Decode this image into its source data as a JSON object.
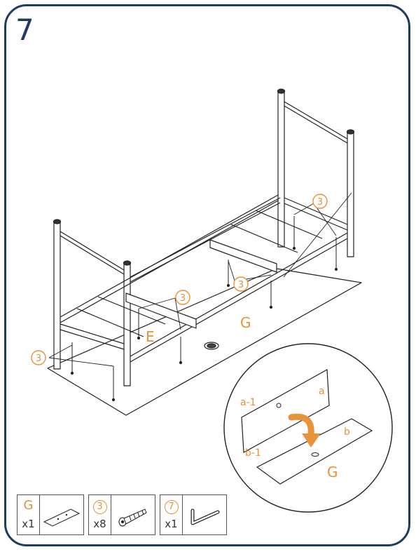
{
  "step": {
    "number": "7"
  },
  "labels": {
    "panel_g_main": "G",
    "part_e": "E",
    "screw_callout": "3",
    "inset_a1": "a-1",
    "inset_a": "a",
    "inset_b": "b",
    "inset_b1": "b-1",
    "inset_g": "G"
  },
  "parts": [
    {
      "id": "G",
      "qty": "x1",
      "icon": "panel-icon"
    },
    {
      "id": "3",
      "qty": "x8",
      "icon": "screw-icon"
    },
    {
      "id": "7",
      "qty": "x1",
      "icon": "hex-key-icon"
    }
  ],
  "colors": {
    "frame": "#1f3a64",
    "accent": "#e8923a",
    "line": "#222222"
  }
}
